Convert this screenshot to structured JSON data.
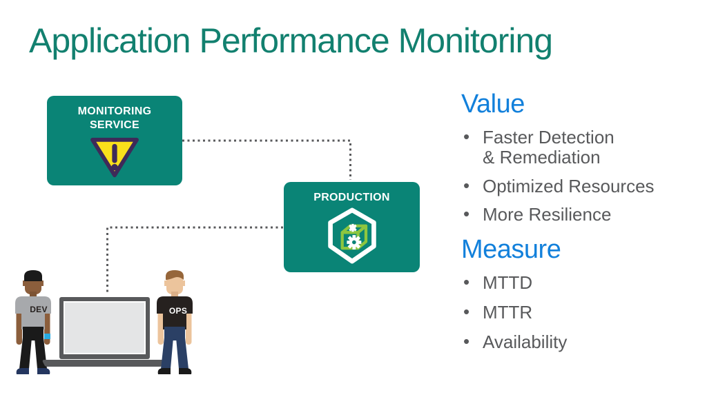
{
  "title": "Application Performance Monitoring",
  "colors": {
    "accent_teal": "#0a8476",
    "title_teal": "#12806f",
    "heading_blue": "#1280db",
    "body_gray": "#58595b",
    "warning_yellow": "#f9e01b",
    "warning_purple": "#3e2a59",
    "cube_green": "#8dc63f"
  },
  "diagram": {
    "monitoring_box": {
      "label": "MONITORING\nSERVICE",
      "icon": "warning-triangle-icon"
    },
    "production_box": {
      "label": "PRODUCTION",
      "icon": "container-hexagon-icon"
    },
    "dev_person": {
      "label": "DEV"
    },
    "ops_person": {
      "label": "OPS"
    }
  },
  "value_section": {
    "heading": "Value",
    "items": [
      "Faster Detection\n& Remediation",
      "Optimized Resources",
      "More Resilience"
    ]
  },
  "measure_section": {
    "heading": "Measure",
    "items": [
      "MTTD",
      "MTTR",
      "Availability"
    ]
  }
}
